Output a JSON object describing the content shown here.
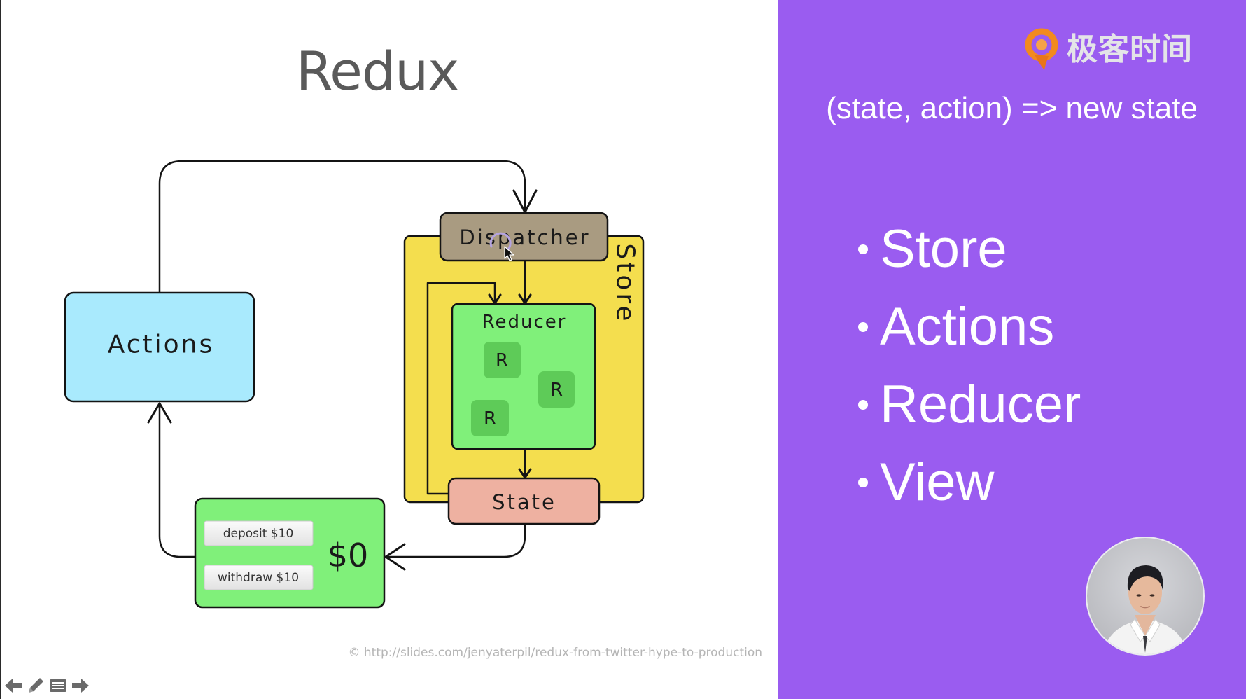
{
  "slide": {
    "title": "Redux",
    "credit": "© http://slides.com/jenyaterpil/redux-from-twitter-hype-to-production"
  },
  "diagram": {
    "actions": "Actions",
    "store": "Store",
    "dispatcher": "Dispatcher",
    "reducer": "Reducer",
    "reducers": [
      "R",
      "R",
      "R"
    ],
    "state": "State",
    "view": {
      "deposit": "deposit $10",
      "withdraw": "withdraw $10",
      "balance": "$0"
    }
  },
  "panel": {
    "logo_text": "极客时间",
    "formula": "(state, action) => new state",
    "bullets": [
      "Store",
      "Actions",
      "Reducer",
      "View"
    ]
  },
  "controls": {
    "icons": [
      "arrow-left-icon",
      "pencil-icon",
      "list-icon",
      "arrow-right-icon"
    ]
  },
  "colors": {
    "panel_purple": "#9a5cf0",
    "actions_blue": "#a9eafd",
    "store_yellow": "#f4de4e",
    "dispatcher_tan": "#a99b81",
    "reducer_green": "#80f07a",
    "reducer_item_green": "#5ecb58",
    "state_salmon": "#eeb1a1",
    "view_green": "#80f07a",
    "logo_orange": "#f28a1e"
  }
}
